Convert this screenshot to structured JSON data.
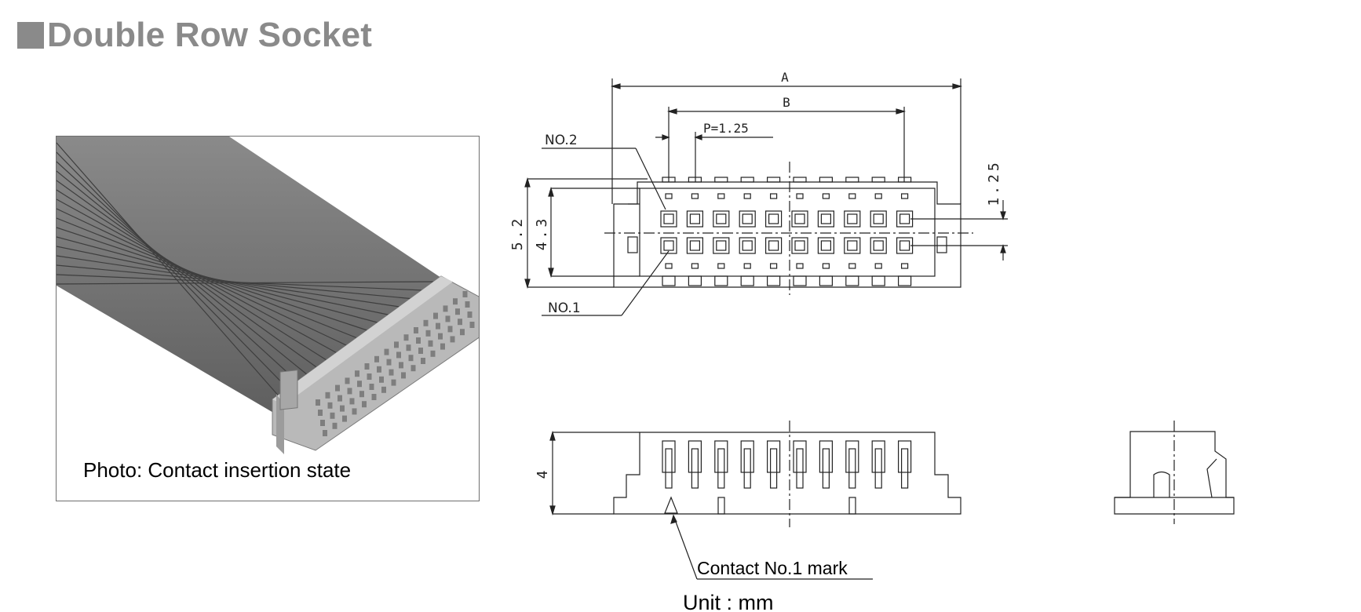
{
  "title": "Double Row Socket",
  "photo": {
    "caption": "Photo: Contact insertion state"
  },
  "drawing": {
    "top_view": {
      "dim_a": "A",
      "dim_b": "B",
      "pitch": "P=1.25",
      "pin_no2": "NO.2",
      "pin_no1": "NO.1",
      "height_outer": "5.2",
      "height_inner": "4.3",
      "row_spacing": "1.25"
    },
    "front_view": {
      "height": "4",
      "contact_mark": "Contact No.1 mark"
    },
    "unit": "Unit : mm"
  }
}
